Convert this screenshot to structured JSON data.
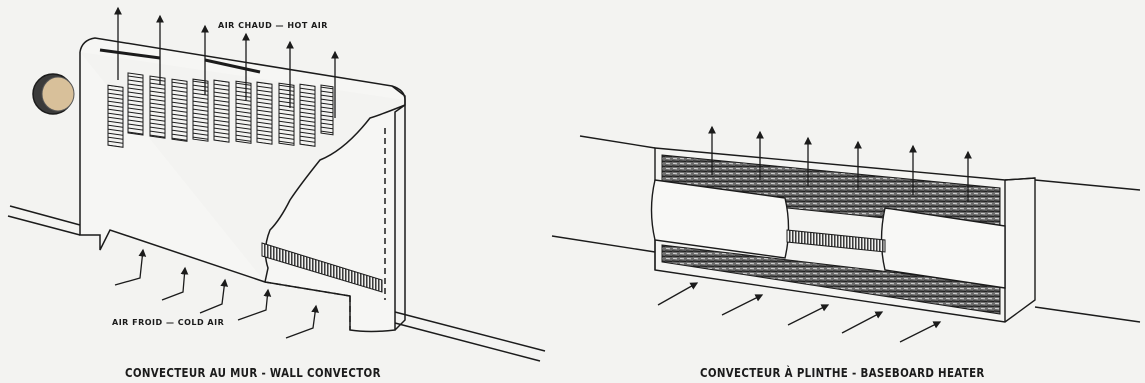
{
  "wall_convector": {
    "hot_air_label": "AIR CHAUD — HOT AIR",
    "cold_air_label": "AIR FROID — COLD AIR",
    "caption": "CONVECTEUR AU MUR - WALL CONVECTOR"
  },
  "baseboard_heater": {
    "caption": "CONVECTEUR À PLINTHE - BASEBOARD HEATER"
  },
  "colors": {
    "paper": "#f3f3f1",
    "ink": "#1b1b1b",
    "thermostat_face": "#d8c09a",
    "thermostat_rim": "#3a3a3a"
  }
}
